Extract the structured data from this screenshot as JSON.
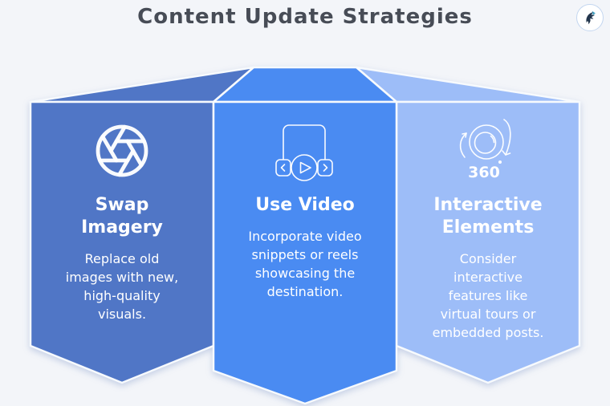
{
  "title": "Content Update Strategies",
  "logo": {
    "label": "brand logo"
  },
  "colors": {
    "background": "#f3f5f9",
    "panel_left": "#5076c6",
    "panel_middle": "#4a8bf2",
    "panel_right": "#9dbdf8",
    "title_text": "#474c56",
    "panel_text": "#ffffff",
    "panel_stroke": "#f7fafd",
    "logo_dark": "#22354c",
    "logo_accent": "#3e9fc0"
  },
  "panels": [
    {
      "id": "swap-imagery",
      "icon": "camera-aperture-icon",
      "heading": "Swap\nImagery",
      "body": "Replace old\nimages with new,\nhigh-quality\nvisuals."
    },
    {
      "id": "use-video",
      "icon": "video-player-icon",
      "heading": "Use Video",
      "body": "Incorporate video\nsnippets or reels\nshowcasing the\ndestination."
    },
    {
      "id": "interactive-elements",
      "icon": "360-camera-icon",
      "icon_text": "360",
      "heading": "Interactive\nElements",
      "body": "Consider\ninteractive\nfeatures like\nvirtual tours or\nembedded posts."
    }
  ]
}
